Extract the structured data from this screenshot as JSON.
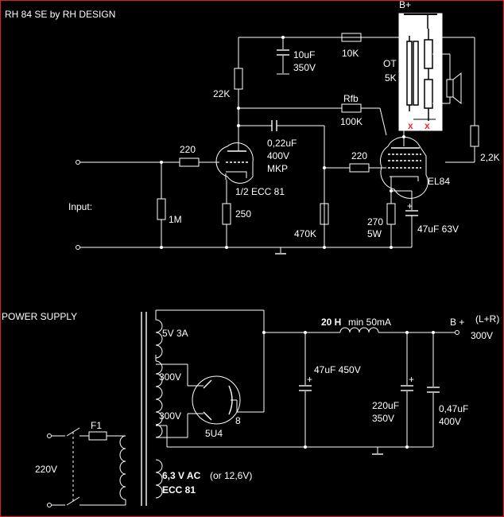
{
  "title": "RH 84 SE  by RH DESIGN",
  "amp": {
    "bplus_top": "B+",
    "c_bypass_val": "10uF",
    "c_bypass_v": "350V",
    "r_series": "10K",
    "r_anode": "22K",
    "ot_name": "OT",
    "ot_imp": "5K",
    "rfb_name": "Rfb",
    "rfb_val": "100K",
    "c_coupling_val": "0,22uF",
    "c_coupling_v": "400V",
    "c_coupling_type": "MKP",
    "r_grid1": "220",
    "r_grid2": "220",
    "tube1": "1/2  ECC 81",
    "tube2": "EL84",
    "r_out": "2,2K",
    "input": "Input:",
    "r_input": "1M",
    "r_cathode1": "250",
    "r_grid_leak": "470K",
    "r_cathode2": "270",
    "r_cathode2_w": "5W",
    "c_cathode": "47uF  63V",
    "mark_x": "x"
  },
  "psu": {
    "title": "POWER SUPPLY",
    "sec_5v": "5V 3A",
    "sec_300a": "300V",
    "sec_300b": "300V",
    "rect": "5U4",
    "rect_pin": "8",
    "choke": "20 H",
    "choke_min": "min  50mA",
    "bplus": "B +",
    "bplus_lr": "(L+R)",
    "bplus_v": "300V",
    "c1": "47uF 450V",
    "c2_val": "220uF",
    "c2_v": "350V",
    "c3_val": "0,47uF",
    "c3_v": "400V",
    "fuse": "F1",
    "mains": "220V",
    "heater": "6,3 V AC",
    "heater_alt": "(or 12,6V)",
    "heater_tube": "ECC 81",
    "plus": "+"
  }
}
